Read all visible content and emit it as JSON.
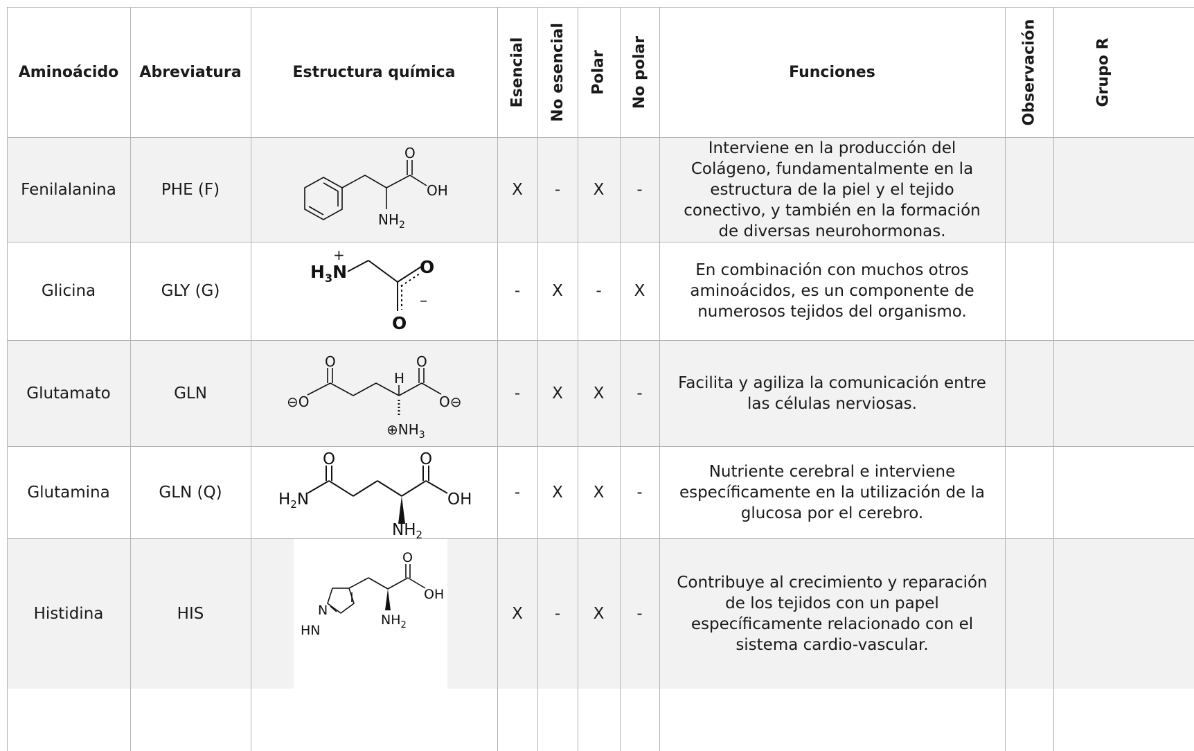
{
  "headers": {
    "aminoacido": "Aminoácido",
    "abreviatura": "Abreviatura",
    "estructura": "Estructura química",
    "esencial": "Esencial",
    "no_esencial": "No esencial",
    "polar": "Polar",
    "no_polar": "No polar",
    "funciones": "Funciones",
    "observacion": "Observación",
    "grupo_r": "Grupo R"
  },
  "rows": [
    {
      "name": "Fenilalanina",
      "abbr": "PHE (F)",
      "esencial": "X",
      "no_esencial": "-",
      "polar": "X",
      "no_polar": "-",
      "funciones": "Interviene en la producción del Colágeno, fundamentalmente en la estructura de la piel y el tejido conectivo, y también en la formación de diversas neurohormonas.",
      "observacion": "",
      "grupo_r": ""
    },
    {
      "name": "Glicina",
      "abbr": "GLY (G)",
      "esencial": "-",
      "no_esencial": "X",
      "polar": "-",
      "no_polar": "X",
      "funciones": "En combinación con muchos otros aminoácidos, es un componente de numerosos tejidos del organismo.",
      "observacion": "",
      "grupo_r": ""
    },
    {
      "name": "Glutamato",
      "abbr": "GLN",
      "esencial": "-",
      "no_esencial": "X",
      "polar": "X",
      "no_polar": "-",
      "funciones": "Facilita y agiliza la comunicación entre las células nerviosas.",
      "observacion": "",
      "grupo_r": ""
    },
    {
      "name": "Glutamina",
      "abbr": "GLN (Q)",
      "esencial": "-",
      "no_esencial": "X",
      "polar": "X",
      "no_polar": "-",
      "funciones": "Nutriente cerebral e interviene específicamente en la utilización de la glucosa por el cerebro.",
      "observacion": "",
      "grupo_r": ""
    },
    {
      "name": "Histidina",
      "abbr": "HIS",
      "esencial": "X",
      "no_esencial": "-",
      "polar": "X",
      "no_polar": "-",
      "funciones": "Contribuye al crecimiento y reparación de los tejidos con un papel específicamente relacionado con el sistema cardio-vascular.",
      "observacion": "",
      "grupo_r": ""
    }
  ],
  "structures": {
    "phe": {
      "o": "O",
      "oh": "OH",
      "nh": "NH",
      "sub2": "2"
    },
    "gly": {
      "h3n": "H",
      "sub3": "3",
      "n": "N",
      "plus": "+",
      "o1": "O",
      "o2": "O",
      "minus": "–"
    },
    "glu": {
      "o1": "O",
      "o2": "O",
      "h": "H",
      "om1": "⊖O",
      "om2": "O⊖",
      "nh3": "⊕NH",
      "sub3": "3"
    },
    "gln": {
      "o1": "O",
      "o2": "O",
      "h2n": "H",
      "sub2a": "2",
      "n": "N",
      "oh": "OH",
      "nh": "NH",
      "sub2b": "2"
    },
    "his": {
      "o": "O",
      "oh": "OH",
      "n": "N",
      "hn": "HN",
      "nh": "NH",
      "sub2": "2"
    }
  }
}
